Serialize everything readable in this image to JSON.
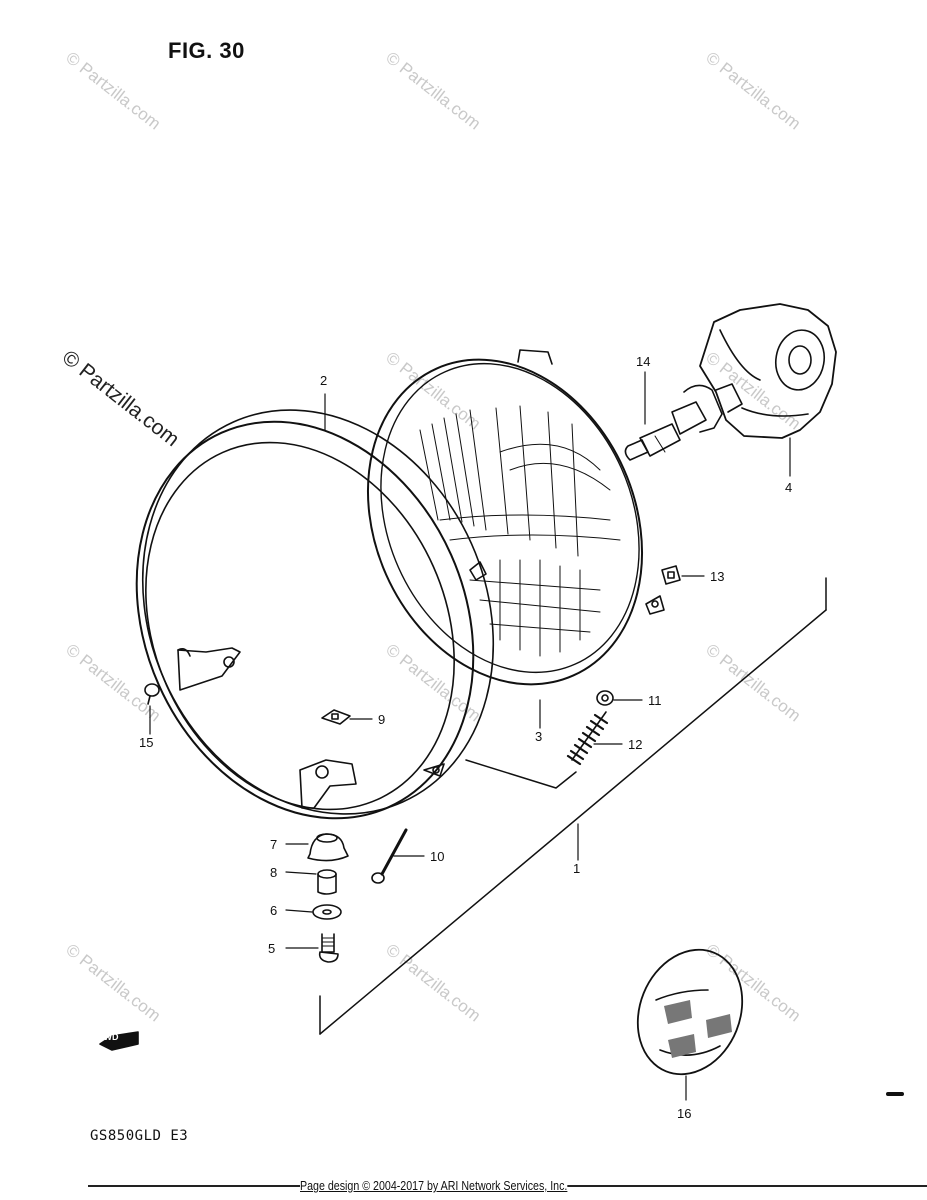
{
  "figure": {
    "title": "FIG. 30",
    "model_code": "GS850GLD E3",
    "fwd_label": "FWD"
  },
  "callouts": [
    "1",
    "2",
    "3",
    "4",
    "5",
    "6",
    "7",
    "8",
    "9",
    "10",
    "11",
    "12",
    "13",
    "14",
    "15",
    "16"
  ],
  "watermark": {
    "text": "© Partzilla.com",
    "color": "#c9c9c9"
  },
  "footer": {
    "text": "Page design © 2004-2017 by ARI Network Services, Inc."
  }
}
